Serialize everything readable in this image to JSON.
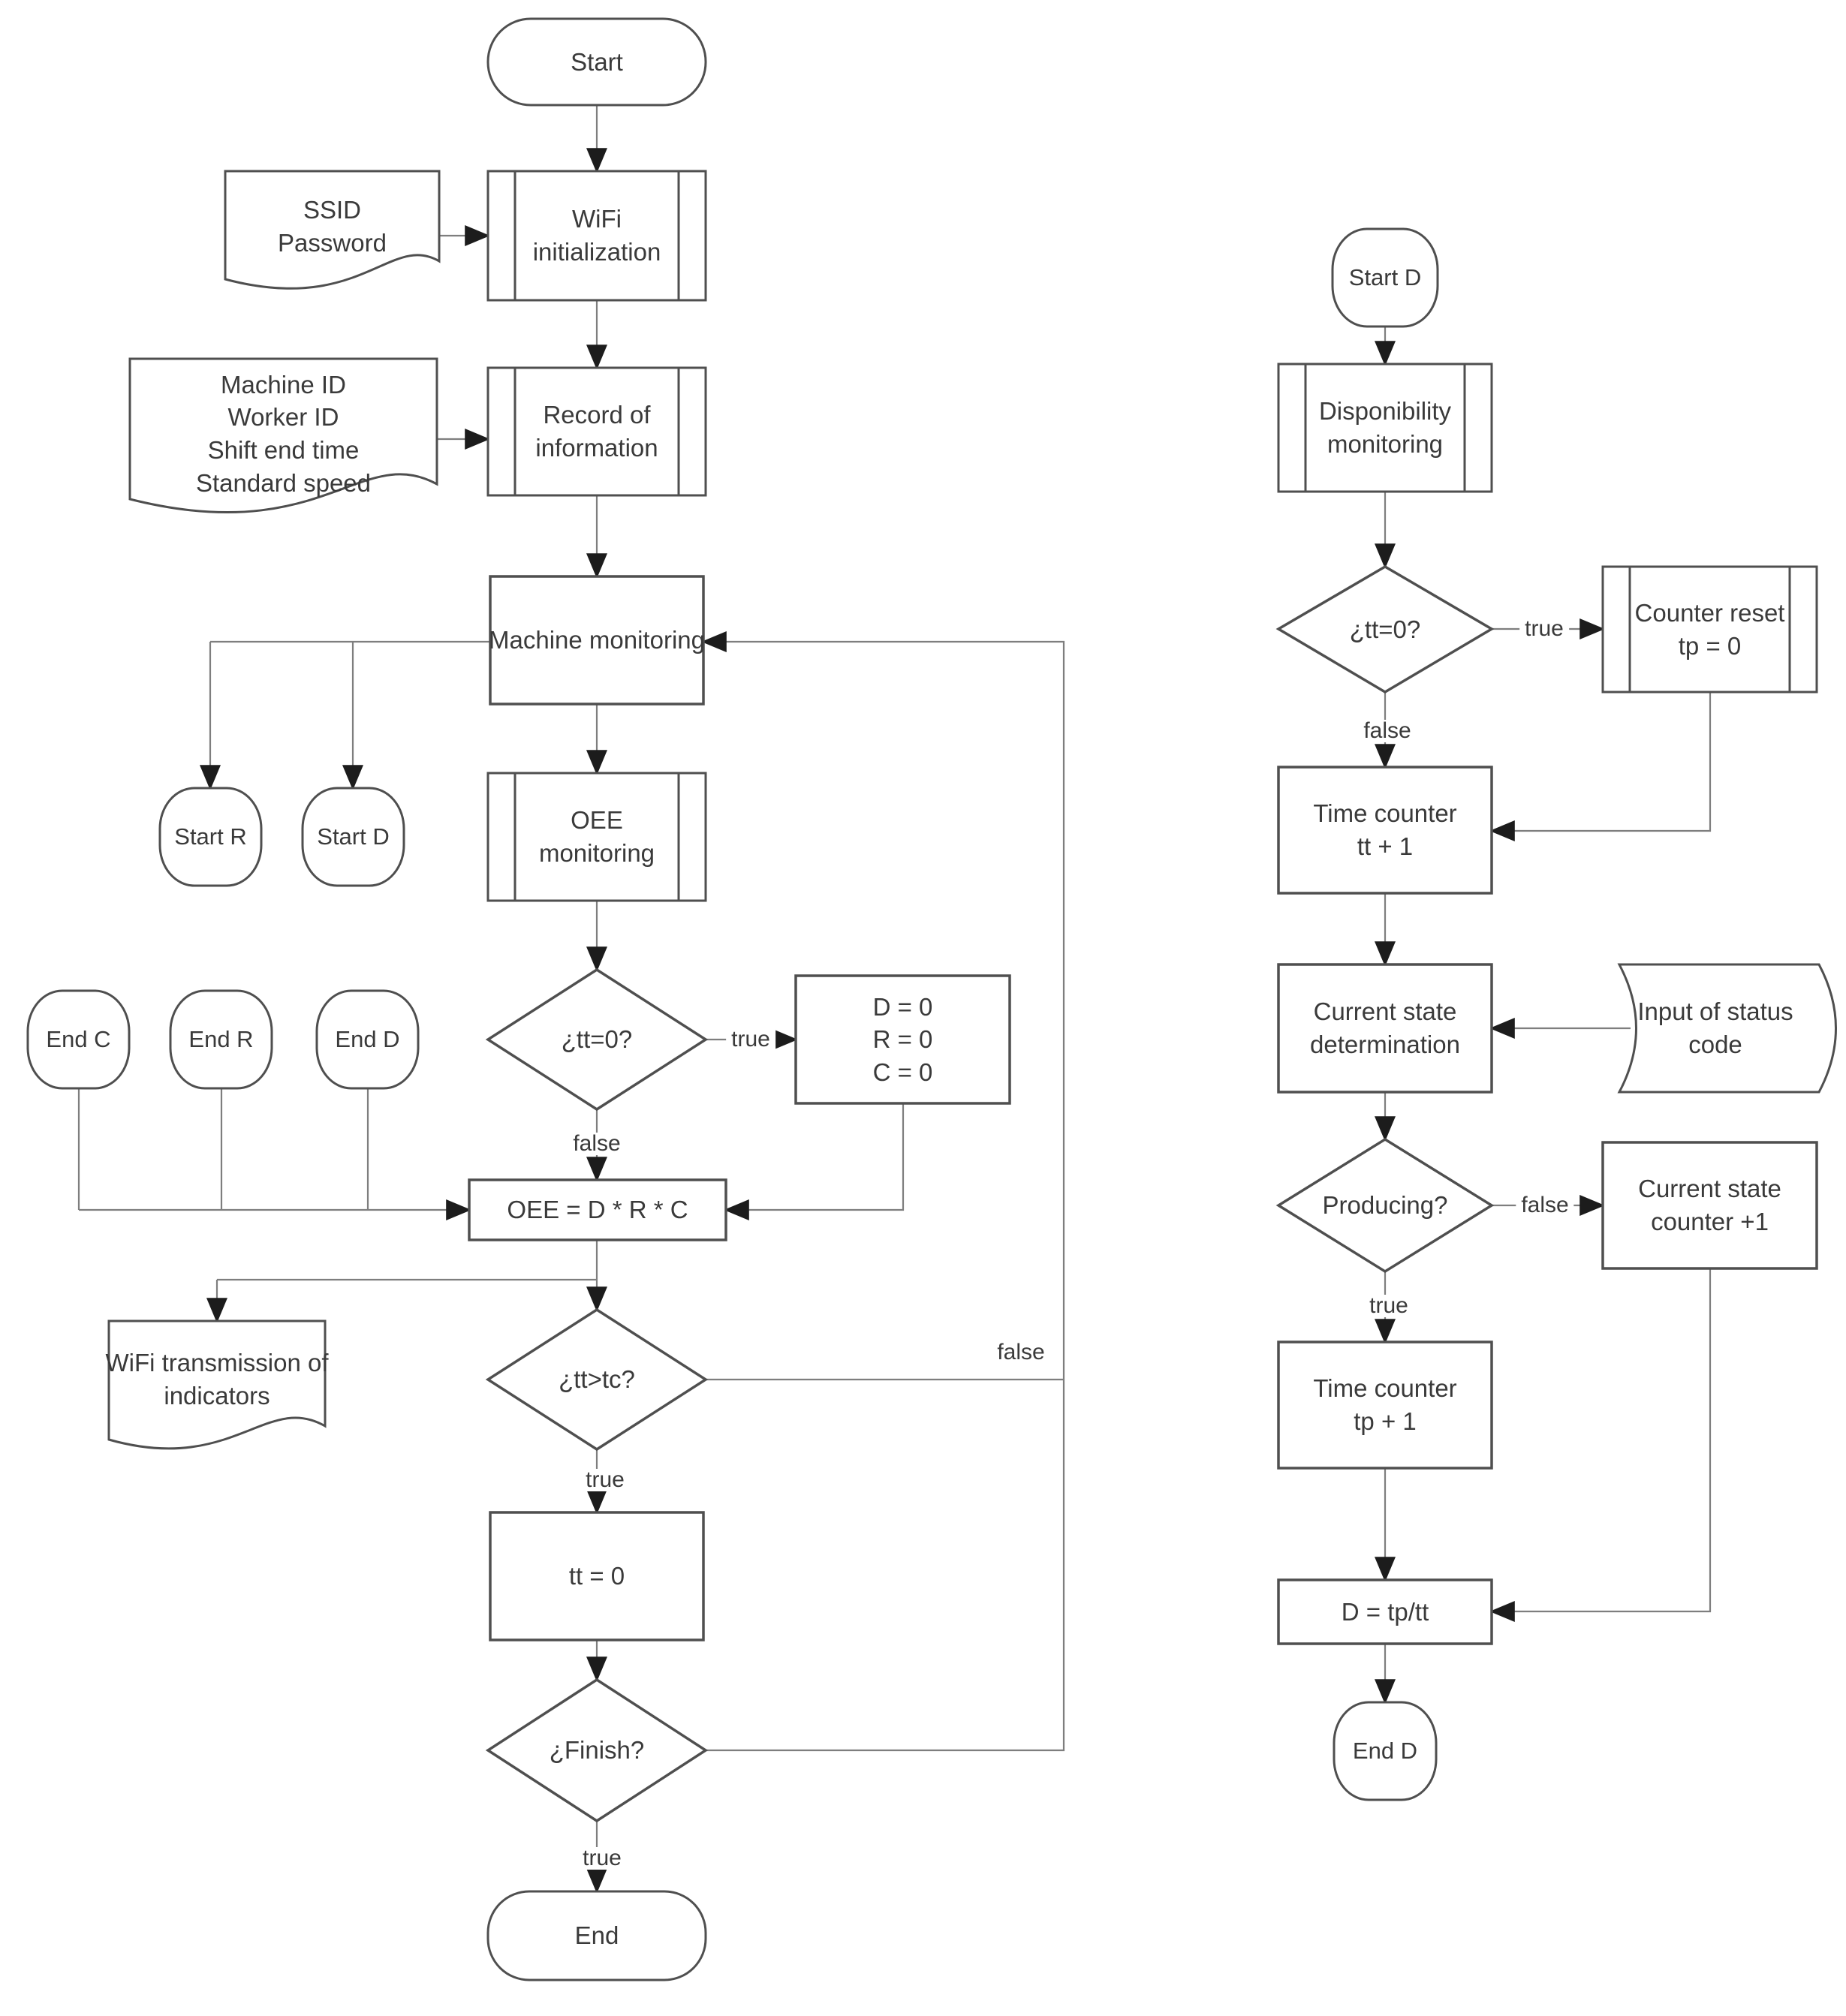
{
  "colors": {
    "background": "#ffffff",
    "shape_border": "#4f4f4f",
    "connector": "#7e7e7e",
    "arrowhead": "#1c1c1c",
    "text": "#3a3a3a"
  },
  "left_chart": {
    "nodes": {
      "start": {
        "type": "terminator",
        "label": "Start"
      },
      "ssid_doc": {
        "type": "document",
        "label": "SSID\nPassword"
      },
      "wifi_init": {
        "type": "predefined-process",
        "label": "WiFi\ninitialization"
      },
      "machine_info_doc": {
        "type": "document",
        "label": "Machine ID\nWorker ID\nShift end time\nStandard speed"
      },
      "record_info": {
        "type": "predefined-process",
        "label": "Record of\ninformation"
      },
      "machine_monitoring": {
        "type": "process",
        "label": "Machine monitoring"
      },
      "oee_monitoring": {
        "type": "predefined-process",
        "label": "OEE\nmonitoring"
      },
      "start_r": {
        "type": "terminator",
        "label": "Start R"
      },
      "start_d": {
        "type": "terminator",
        "label": "Start D"
      },
      "tt_zero_decision": {
        "type": "decision",
        "label": "¿tt=0?"
      },
      "reset_indicators": {
        "type": "process",
        "label": "D = 0\nR = 0\nC = 0"
      },
      "end_c": {
        "type": "terminator",
        "label": "End C"
      },
      "end_r": {
        "type": "terminator",
        "label": "End R"
      },
      "end_d": {
        "type": "terminator",
        "label": "End D"
      },
      "oee_formula": {
        "type": "process",
        "label": "OEE = D * R * C"
      },
      "wifi_transmission_doc": {
        "type": "document",
        "label": "WiFi transmission of\nindicators"
      },
      "tt_gt_tc_decision": {
        "type": "decision",
        "label": "¿tt>tc?"
      },
      "tt_reset": {
        "type": "process",
        "label": "tt = 0"
      },
      "finish_decision": {
        "type": "decision",
        "label": "¿Finish?"
      },
      "end": {
        "type": "terminator",
        "label": "End"
      }
    },
    "edge_labels": {
      "tt_zero_true": "true",
      "tt_zero_false": "false",
      "tt_gt_tc_false": "false",
      "tt_gt_tc_true": "true",
      "finish_true": "true"
    }
  },
  "right_chart": {
    "nodes": {
      "start_d": {
        "type": "terminator",
        "label": "Start D"
      },
      "disponibility_monitoring": {
        "type": "predefined-process",
        "label": "Disponibility\nmonitoring"
      },
      "tt_zero_decision": {
        "type": "decision",
        "label": "¿tt=0?"
      },
      "counter_reset": {
        "type": "predefined-process",
        "label": "Counter reset\ntp = 0"
      },
      "time_counter_tt": {
        "type": "process",
        "label": "Time counter\ntt + 1"
      },
      "current_state_determination": {
        "type": "process",
        "label": "Current state\ndetermination"
      },
      "input_status_code": {
        "type": "stored-data",
        "label": "Input of status\ncode"
      },
      "producing_decision": {
        "type": "decision",
        "label": "Producing?"
      },
      "current_state_counter": {
        "type": "process",
        "label": "Current state\ncounter +1"
      },
      "time_counter_tp": {
        "type": "process",
        "label": "Time counter\ntp + 1"
      },
      "d_formula": {
        "type": "process",
        "label": "D = tp/tt"
      },
      "end_d": {
        "type": "terminator",
        "label": "End D"
      }
    },
    "edge_labels": {
      "tt_zero_true": "true",
      "tt_zero_false": "false",
      "producing_false": "false",
      "producing_true": "true"
    }
  }
}
